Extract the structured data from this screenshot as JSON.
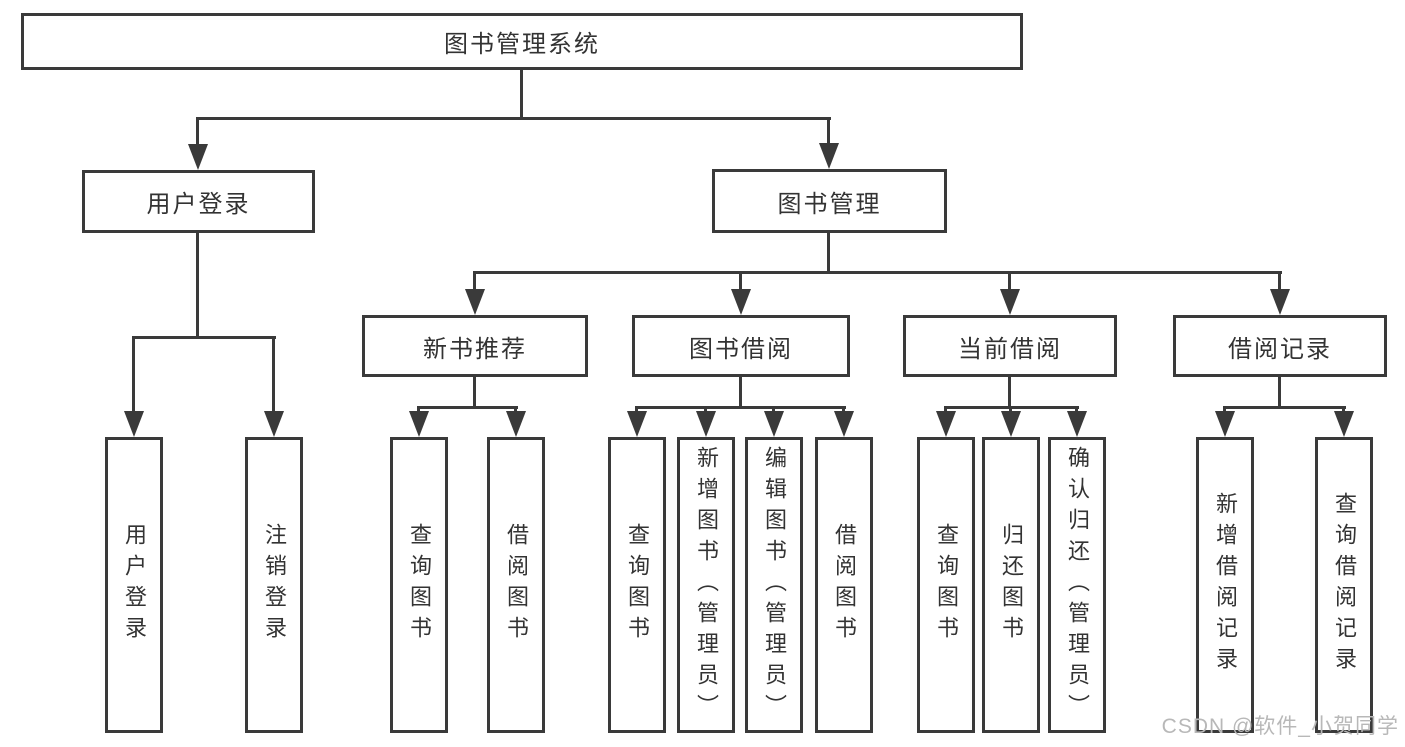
{
  "tree": {
    "label": "图书管理系统",
    "children": [
      {
        "label": "用户登录",
        "children": [
          {
            "label": "用户登录"
          },
          {
            "label": "注销登录"
          }
        ]
      },
      {
        "label": "图书管理",
        "children": [
          {
            "label": "新书推荐",
            "children": [
              {
                "label": "查询图书"
              },
              {
                "label": "借阅图书"
              }
            ]
          },
          {
            "label": "图书借阅",
            "children": [
              {
                "label": "查询图书"
              },
              {
                "label": "新增图书（管理员）"
              },
              {
                "label": "编辑图书（管理员）"
              },
              {
                "label": "借阅图书"
              }
            ]
          },
          {
            "label": "当前借阅",
            "children": [
              {
                "label": "查询图书"
              },
              {
                "label": "归还图书"
              },
              {
                "label": "确认归还（管理员）"
              }
            ]
          },
          {
            "label": "借阅记录",
            "children": [
              {
                "label": "新增借阅记录"
              },
              {
                "label": "查询借阅记录"
              }
            ]
          }
        ]
      }
    ]
  },
  "watermark": "CSDN @软件_小贺同学",
  "colors": {
    "line": "#3a3a3a",
    "text": "#333333",
    "watermark": "#b8b8b8",
    "background": "#ffffff"
  }
}
